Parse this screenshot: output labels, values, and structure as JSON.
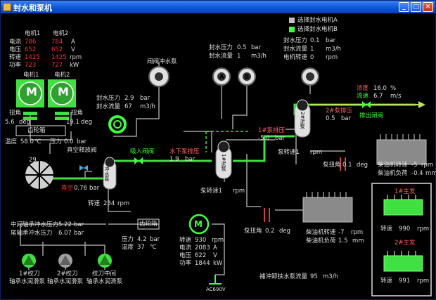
{
  "window": {
    "title": "封水和泵机",
    "btn_min": "_",
    "btn_max": "□",
    "btn_close": "✕"
  },
  "legend": {
    "a": "选择封水电机A",
    "b": "选择封水电机B"
  },
  "motor_table": {
    "h1": "电机1",
    "h2": "电机2",
    "rows": [
      {
        "label": "电流",
        "v1": "786",
        "v2": "784",
        "unit": "A"
      },
      {
        "label": "电压",
        "v1": "652",
        "v2": "652",
        "unit": "V"
      },
      {
        "label": "转速",
        "v1": "1425",
        "v2": "1425",
        "unit": "rpm"
      },
      {
        "label": "功率",
        "v1": "723",
        "v2": "727",
        "unit": "kW"
      }
    ]
  },
  "motors": {
    "m1": "电机1",
    "m2": "电机2",
    "m_glyph": "M"
  },
  "torque": {
    "label1": "扭角",
    "val1": "5.6",
    "unit1": "deg",
    "label2": "扭角",
    "val2": "19.1",
    "unit2": "deg"
  },
  "gearbox1": "齿轮箱",
  "temp": {
    "label": "温度",
    "value": "58.0",
    "unit": "℃"
  },
  "pressure_top": {
    "label": "压力",
    "value": "0.0",
    "unit": "bar"
  },
  "vacuum_valve": "真空释放阀",
  "cutter": {
    "num": "29"
  },
  "vacuum": {
    "label": "真空",
    "value": "0.76",
    "unit": "bar"
  },
  "hydro_pump": {
    "label": "冲水泵",
    "speed_label": "转速",
    "speed": "234",
    "unit": "rpm"
  },
  "gland_pump": {
    "label": "闸阀冲水泵"
  },
  "seal_left": {
    "p_label": "封水压力",
    "p": "2.9",
    "p_unit": "bar",
    "f_label": "封水流量",
    "f": "67",
    "f_unit": "m3/h"
  },
  "seal_mid": {
    "p_label": "封水压力",
    "p": "0.5",
    "p_unit": "bar",
    "f_label": "封水流量",
    "f": "1",
    "f_unit": "m3/h",
    "pump_a": "A",
    "pump_b": "B"
  },
  "seal_right": {
    "p_label": "封水压力",
    "p": "0.1",
    "p_unit": "bar",
    "f_label": "封水流量",
    "f": "1",
    "f_unit": "m3/h",
    "s_label": "电机转速",
    "s": "0",
    "s_unit": "rpm"
  },
  "suction_valve": "吸入闸阀",
  "underwater_pump": {
    "title": "水下泵排压",
    "value": "1.9",
    "unit": "bar",
    "name": "1#泥泵",
    "speed_label": "泵转速1",
    "unit2": "rpm"
  },
  "pump1_out": {
    "title": "1#泵排压",
    "value": "-5.0",
    "unit": "bar",
    "speed_label": "泵转速1",
    "unit2": "rpm"
  },
  "pump2": {
    "title": "2#泵排压",
    "value": "0.5",
    "unit": "bar",
    "name": "2#泥泵"
  },
  "discharge": {
    "density_label": "浓度",
    "density": "16.0",
    "density_unit": "%",
    "flow_label": "流速",
    "flow": "6.7",
    "flow_unit": "m/s",
    "valve": "排出闸阀"
  },
  "diesel2": {
    "torque_label": "泵扭角",
    "torque": "0.1",
    "torque_unit": "deg",
    "speed_label": "柴油机转速",
    "speed": "-5",
    "speed_unit": "rpm",
    "load_label": "柴油机负荷",
    "load": "-0.4",
    "load_unit": "mm"
  },
  "diesel1": {
    "torque_label": "泵扭角",
    "torque": "0.2",
    "torque_unit": "deg",
    "speed_label": "柴油机转速",
    "speed": "-7",
    "speed_unit": "rpm",
    "load_label": "柴油机负荷",
    "load": "1.5",
    "load_unit": "mm"
  },
  "gearbox2": {
    "label": "齿轮箱",
    "p_label": "压力",
    "p": "4.2",
    "p_unit": "bar",
    "t_label": "温度",
    "t": "37",
    "t_unit": "℃"
  },
  "motor3": {
    "speed_label": "转速",
    "speed": "930",
    "speed_unit": "rpm",
    "i_label": "电流",
    "i": "2083",
    "i_unit": "A",
    "u_label": "电压",
    "u": "622",
    "u_unit": "V",
    "p_label": "功率",
    "p": "1844",
    "p_unit": "kW",
    "supply": "AC690V"
  },
  "bearing_pressures": {
    "mid_label": "中间轴承冲水压力",
    "mid": "5.22",
    "tail_label": "尾轴承冲水压力",
    "tail": "6.07",
    "unit": "bar"
  },
  "bearing_pumps": [
    {
      "line1": "1#绞刀",
      "line2": "轴承水润滑泵"
    },
    {
      "line1": "2#绞刀",
      "line2": "轴承水润滑泵"
    },
    {
      "line1": "绞刀中间",
      "line2": "轴承水润滑泵"
    }
  ],
  "makeup": {
    "label": "補沖卸扶水泵流量",
    "value": "95",
    "unit": "m3/h"
  },
  "gen1": {
    "title": "1#主发",
    "label": "转速",
    "value": "990",
    "unit": "rpm"
  },
  "gen2": {
    "title": "2#主发",
    "label": "转速",
    "value": "991",
    "unit": "rpm"
  },
  "colors": {
    "pipe_green": "#40e040",
    "pipe_gray": "#a0a0a0",
    "pipe_red": "#d04040",
    "bg": "#000000"
  }
}
